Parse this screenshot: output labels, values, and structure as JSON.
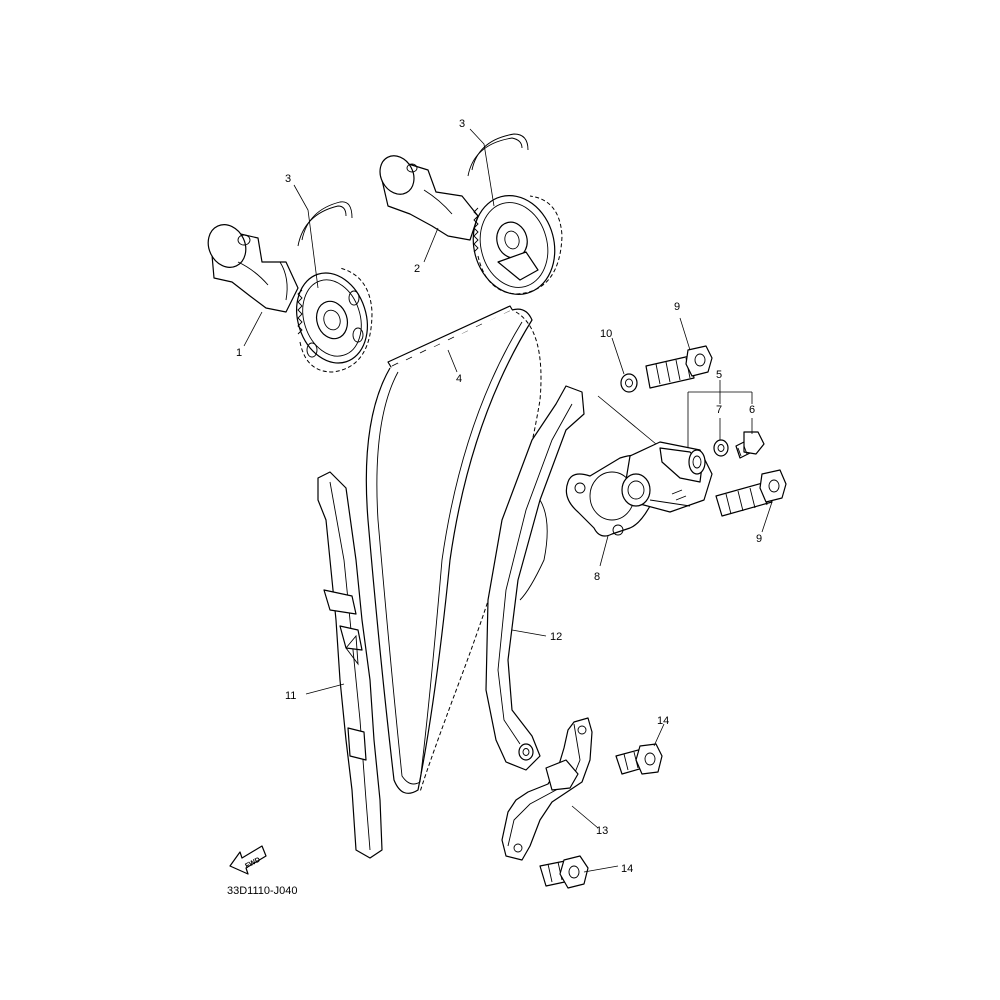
{
  "diagram_code": "33D1110-J040",
  "fwd_label": "FWD",
  "callouts": {
    "c1": "1",
    "c2": "2",
    "c3a": "3",
    "c3b": "3",
    "c4": "4",
    "c5": "5",
    "c6": "6",
    "c7": "7",
    "c8": "8",
    "c9a": "9",
    "c9b": "9",
    "c10": "10",
    "c11": "11",
    "c12": "12",
    "c13": "13",
    "c14a": "14",
    "c14b": "14"
  }
}
